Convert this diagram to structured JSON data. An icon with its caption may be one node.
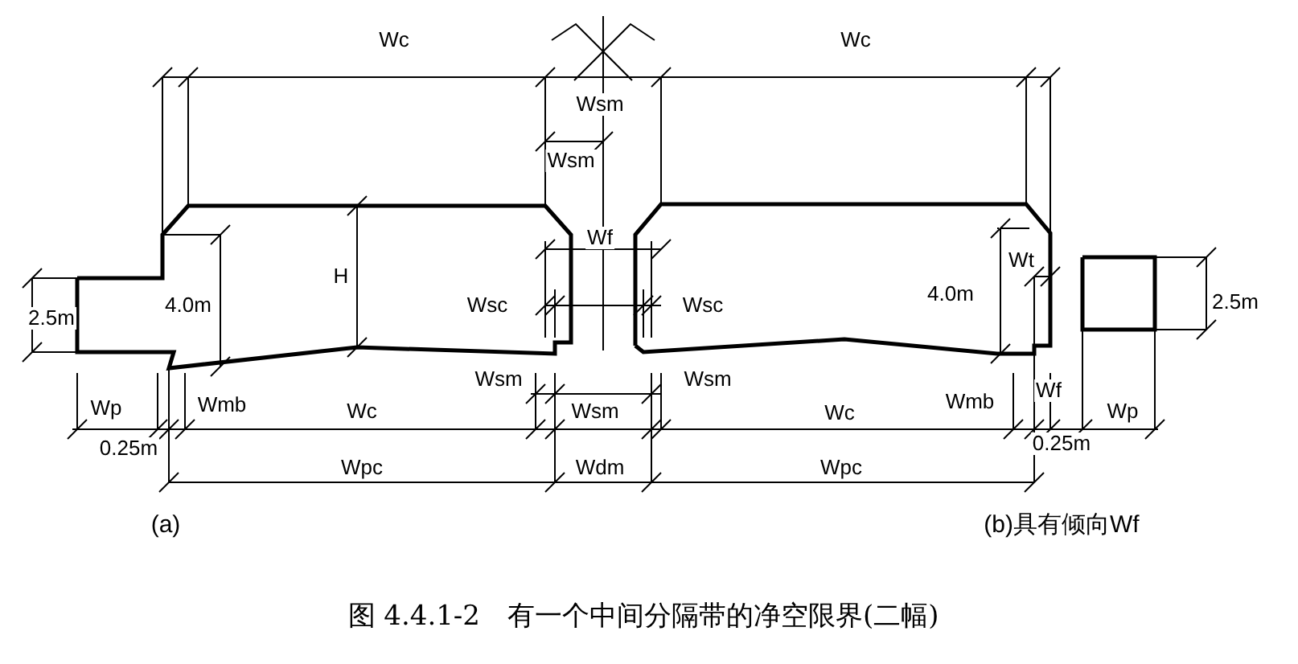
{
  "diagram": {
    "caption": "图 4.4.1-2　有一个中间分隔带的净空限界(二幅)",
    "labels": [
      "Wc",
      "Wc",
      "Wsm",
      "Wsm",
      "Wf",
      "H",
      "Wt",
      "2.5m",
      "4.0m",
      "Wsc",
      "Wsc",
      "4.0m",
      "2.5m",
      "Wsm",
      "Wsm",
      "Wp",
      "Wmb",
      "Wc",
      "Wsm",
      "Wc",
      "Wmb",
      "Wf",
      "Wp",
      "0.25m",
      "0.25m",
      "Wpc",
      "Wdm",
      "Wpc",
      "(a)",
      "(b)具有倾向Wf"
    ]
  }
}
